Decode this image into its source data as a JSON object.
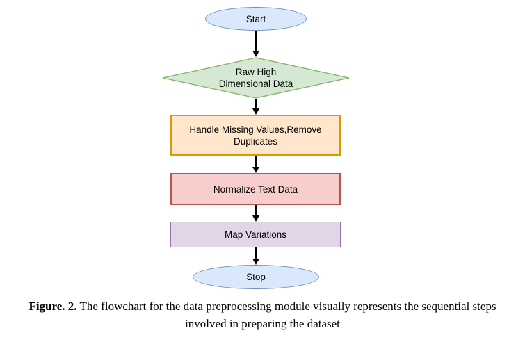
{
  "flowchart": {
    "arrow_color": "#000000",
    "nodes": [
      {
        "id": "start",
        "shape": "ellipse",
        "label": "Start",
        "fill": "#dae8fc",
        "stroke": "#6c8ebf"
      },
      {
        "id": "raw-high-dimensional-data",
        "shape": "diamond",
        "label": "Raw High Dimensional Data",
        "fill": "#d5e8d4",
        "stroke": "#82b366"
      },
      {
        "id": "handle-missing-values",
        "shape": "process",
        "label": "Handle Missing Values,Remove Duplicates",
        "fill": "#ffe6cc",
        "stroke": "#d79b00"
      },
      {
        "id": "normalize-text-data",
        "shape": "process",
        "label": "Normalize Text Data",
        "fill": "#f8cecc",
        "stroke": "#b85450"
      },
      {
        "id": "map-variations",
        "shape": "process",
        "label": "Map Variations",
        "fill": "#e1d5e7",
        "stroke": "#9673a6"
      },
      {
        "id": "stop",
        "shape": "ellipse",
        "label": "Stop",
        "fill": "#dae8fc",
        "stroke": "#6c8ebf"
      }
    ],
    "edges": [
      {
        "from": "start",
        "to": "raw-high-dimensional-data"
      },
      {
        "from": "raw-high-dimensional-data",
        "to": "handle-missing-values"
      },
      {
        "from": "handle-missing-values",
        "to": "normalize-text-data"
      },
      {
        "from": "normalize-text-data",
        "to": "map-variations"
      },
      {
        "from": "map-variations",
        "to": "stop"
      }
    ]
  },
  "caption": {
    "label": "Figure. 2.",
    "text": "The flowchart for the data preprocessing module visually represents the sequential steps involved in preparing the dataset"
  }
}
